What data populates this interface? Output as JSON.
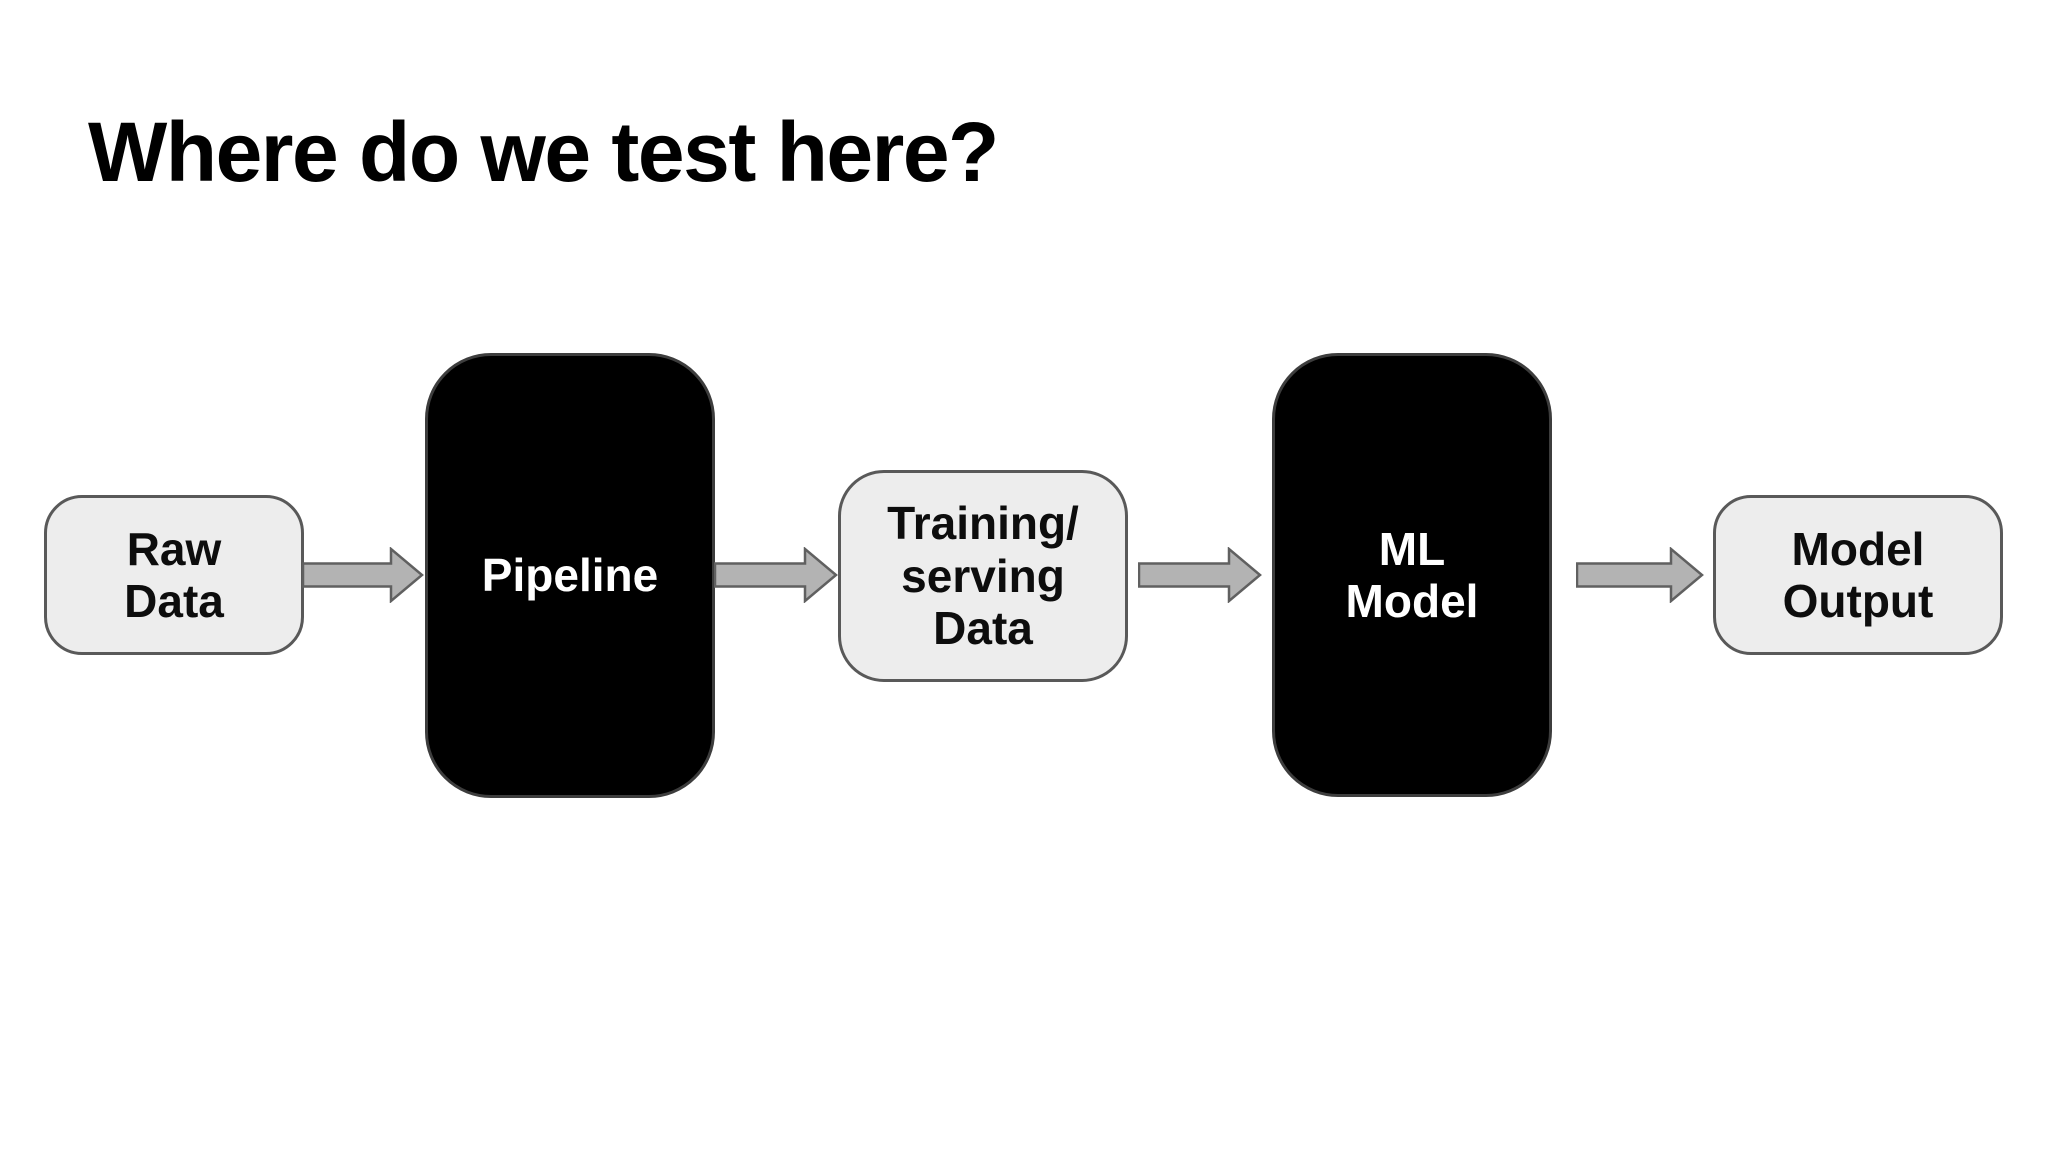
{
  "slide": {
    "title": "Where do we test here?"
  },
  "flow": {
    "nodes": [
      {
        "id": "raw-data",
        "label": "Raw\nData",
        "style": "light"
      },
      {
        "id": "pipeline",
        "label": "Pipeline",
        "style": "dark"
      },
      {
        "id": "training-serving-data",
        "label": "Training/\nserving\nData",
        "style": "light"
      },
      {
        "id": "ml-model",
        "label": "ML\nModel",
        "style": "dark"
      },
      {
        "id": "model-output",
        "label": "Model\nOutput",
        "style": "light"
      }
    ],
    "arrows": [
      {
        "from": "raw-data",
        "to": "pipeline",
        "icon": "right-arrow"
      },
      {
        "from": "pipeline",
        "to": "training-serving-data",
        "icon": "right-arrow"
      },
      {
        "from": "training-serving-data",
        "to": "ml-model",
        "icon": "right-arrow"
      },
      {
        "from": "ml-model",
        "to": "model-output",
        "icon": "right-arrow"
      }
    ]
  },
  "colors": {
    "background": "#ffffff",
    "title_text": "#000000",
    "light_node_fill": "#ededed",
    "light_node_border": "#595959",
    "light_node_text": "#0d0d0d",
    "dark_node_fill": "#000000",
    "dark_node_text": "#ffffff",
    "arrow_fill": "#b3b3b3",
    "arrow_stroke": "#606060"
  }
}
